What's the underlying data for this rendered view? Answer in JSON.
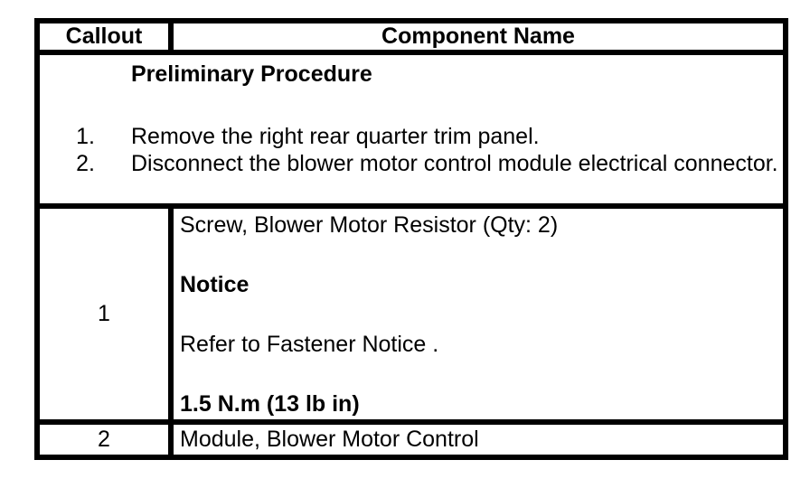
{
  "colors": {
    "text": "#000000",
    "border": "#000000",
    "background": "#ffffff"
  },
  "table": {
    "header": {
      "callout": "Callout",
      "component": "Component Name"
    },
    "preliminary": {
      "title": "Preliminary Procedure",
      "steps": [
        {
          "num": "1.",
          "text": "Remove the right rear quarter trim panel."
        },
        {
          "num": "2.",
          "text": "Disconnect the blower motor control module electrical connector."
        }
      ]
    },
    "rows": [
      {
        "callout": "1",
        "lines": [
          {
            "text": "Screw, Blower Motor Resistor (Qty: 2)",
            "bold": false
          },
          {
            "text": "Notice",
            "bold": true
          },
          {
            "text": "Refer to Fastener Notice .",
            "bold": false
          },
          {
            "text": "1.5 N.m (13 lb in)",
            "bold": true
          }
        ]
      },
      {
        "callout": "2",
        "lines": [
          {
            "text": "Module, Blower Motor Control",
            "bold": false
          }
        ]
      }
    ]
  }
}
